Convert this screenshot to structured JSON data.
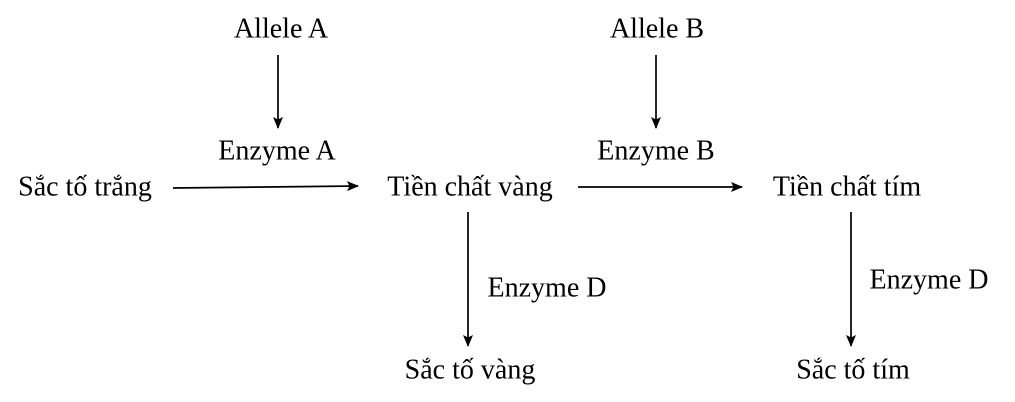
{
  "diagram": {
    "title": "Biochemical pigment pathway diagram",
    "colors": {
      "background": "#ffffff",
      "text": "#000000",
      "arrow": "#000000"
    },
    "nodes": {
      "allele_a": "Allele A",
      "allele_b": "Allele B",
      "enzyme_a": "Enzyme A",
      "enzyme_b": "Enzyme B",
      "enzyme_d_left": "Enzyme D",
      "enzyme_d_right": "Enzyme D",
      "white_pigment": "Sắc tố trắng",
      "yellow_precursor": "Tiền chất vàng",
      "purple_precursor": "Tiền chất tím",
      "yellow_pigment": "Sắc tố vàng",
      "purple_pigment": "Sắc tố tím"
    },
    "edges": [
      {
        "from": "Allele A",
        "to": "Enzyme A"
      },
      {
        "from": "Allele B",
        "to": "Enzyme B"
      },
      {
        "from": "Sắc tố trắng",
        "to": "Tiền chất vàng",
        "label": "Enzyme A"
      },
      {
        "from": "Tiền chất vàng",
        "to": "Tiền chất tím",
        "label": "Enzyme B"
      },
      {
        "from": "Tiền chất vàng",
        "to": "Sắc tố vàng",
        "label": "Enzyme D"
      },
      {
        "from": "Tiền chất tím",
        "to": "Sắc tố tím",
        "label": "Enzyme D"
      }
    ]
  }
}
